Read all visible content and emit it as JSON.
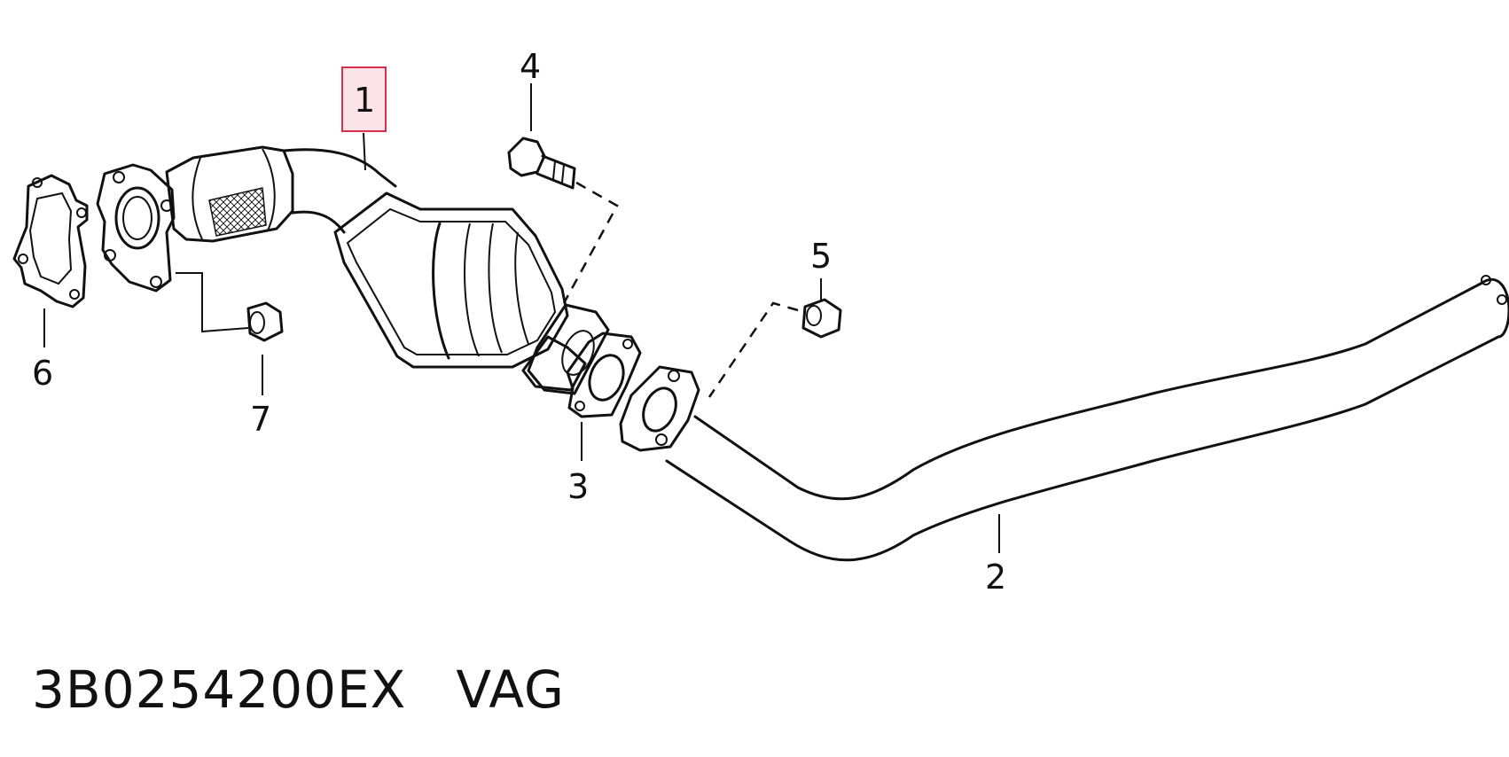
{
  "diagram": {
    "callouts": [
      {
        "id": "1",
        "label": "1",
        "highlighted": true
      },
      {
        "id": "2",
        "label": "2"
      },
      {
        "id": "3",
        "label": "3"
      },
      {
        "id": "4",
        "label": "4"
      },
      {
        "id": "5",
        "label": "5"
      },
      {
        "id": "6",
        "label": "6"
      },
      {
        "id": "7",
        "label": "7"
      }
    ],
    "highlight_color": "#d9304a",
    "highlight_fill": "#fbe3e7",
    "line_color": "#111111",
    "gasket_texture_color": "#555555"
  },
  "caption": {
    "part_number": "3B0254200EX",
    "brand": "VAG"
  }
}
